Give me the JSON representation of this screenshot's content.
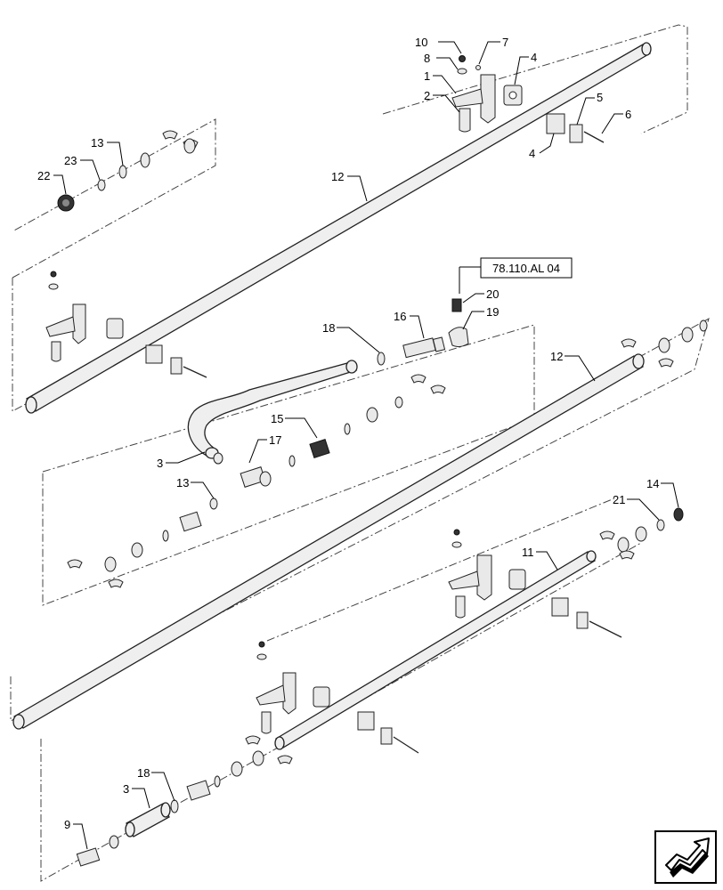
{
  "reference_box": {
    "label": "78.110.AL 04"
  },
  "callouts": [
    {
      "id": "c10a",
      "text": "10"
    },
    {
      "id": "c7a",
      "text": "7"
    },
    {
      "id": "c8",
      "text": "8"
    },
    {
      "id": "c4a",
      "text": "4"
    },
    {
      "id": "c1",
      "text": "1"
    },
    {
      "id": "c2",
      "text": "2"
    },
    {
      "id": "c5",
      "text": "5"
    },
    {
      "id": "c6",
      "text": "6"
    },
    {
      "id": "c4b",
      "text": "4"
    },
    {
      "id": "c13a",
      "text": "13"
    },
    {
      "id": "c23",
      "text": "23"
    },
    {
      "id": "c22",
      "text": "22"
    },
    {
      "id": "c12a",
      "text": "12"
    },
    {
      "id": "c20",
      "text": "20"
    },
    {
      "id": "c19",
      "text": "19"
    },
    {
      "id": "c16",
      "text": "16"
    },
    {
      "id": "c18a",
      "text": "18"
    },
    {
      "id": "c12b",
      "text": "12"
    },
    {
      "id": "c15",
      "text": "15"
    },
    {
      "id": "c17",
      "text": "17"
    },
    {
      "id": "c3a",
      "text": "3"
    },
    {
      "id": "c13b",
      "text": "13"
    },
    {
      "id": "c14",
      "text": "14"
    },
    {
      "id": "c21",
      "text": "21"
    },
    {
      "id": "c11",
      "text": "11"
    },
    {
      "id": "c18b",
      "text": "18"
    },
    {
      "id": "c3b",
      "text": "3"
    },
    {
      "id": "c9",
      "text": "9"
    }
  ],
  "nav_icon": "next-page-arrow-icon"
}
